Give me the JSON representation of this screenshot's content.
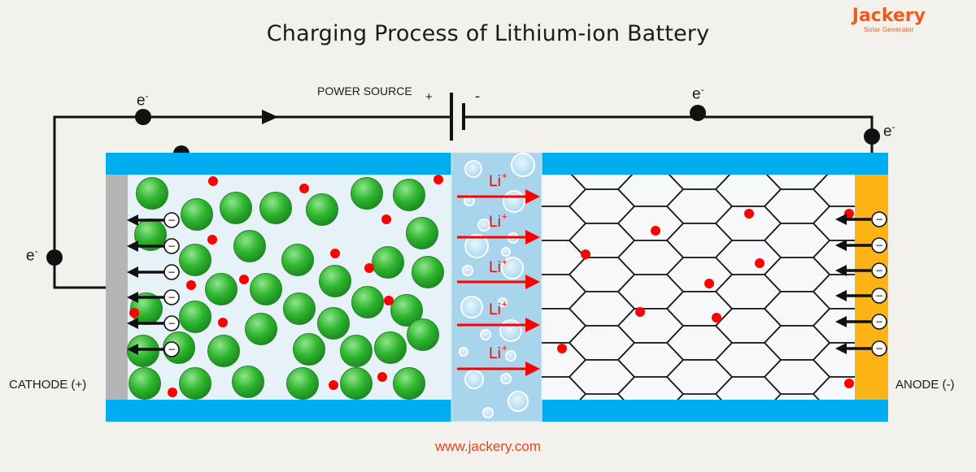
{
  "title": "Charging Process of Lithium-ion Battery",
  "brand": {
    "name": "Jackery",
    "subtitle": "Solar Generator"
  },
  "labels": {
    "power_source": "POWER SOURCE",
    "plus": "+",
    "minus": "-",
    "electron": "e",
    "electron_sup": "-",
    "cathode": "CATHODE (+)",
    "anode": "ANODE (-)",
    "lithium_ion": "Li",
    "lithium_ion_sup": "+",
    "electron_symbol": "−"
  },
  "website": "www.jackery.com",
  "colors": {
    "electrolyte_blue": "#00aeef",
    "cathode_particle": "#2fb52f",
    "lithium_red": "#ff0000",
    "anode_collector": "#fbb315",
    "cathode_collector": "#b5b5b5",
    "separator": "#a8d4ec",
    "brand_orange": "#f05a1d"
  },
  "icons": [
    "electron-dot-icon",
    "arrow-right-icon",
    "arrow-left-icon",
    "arrow-down-icon",
    "battery-symbol-icon"
  ]
}
